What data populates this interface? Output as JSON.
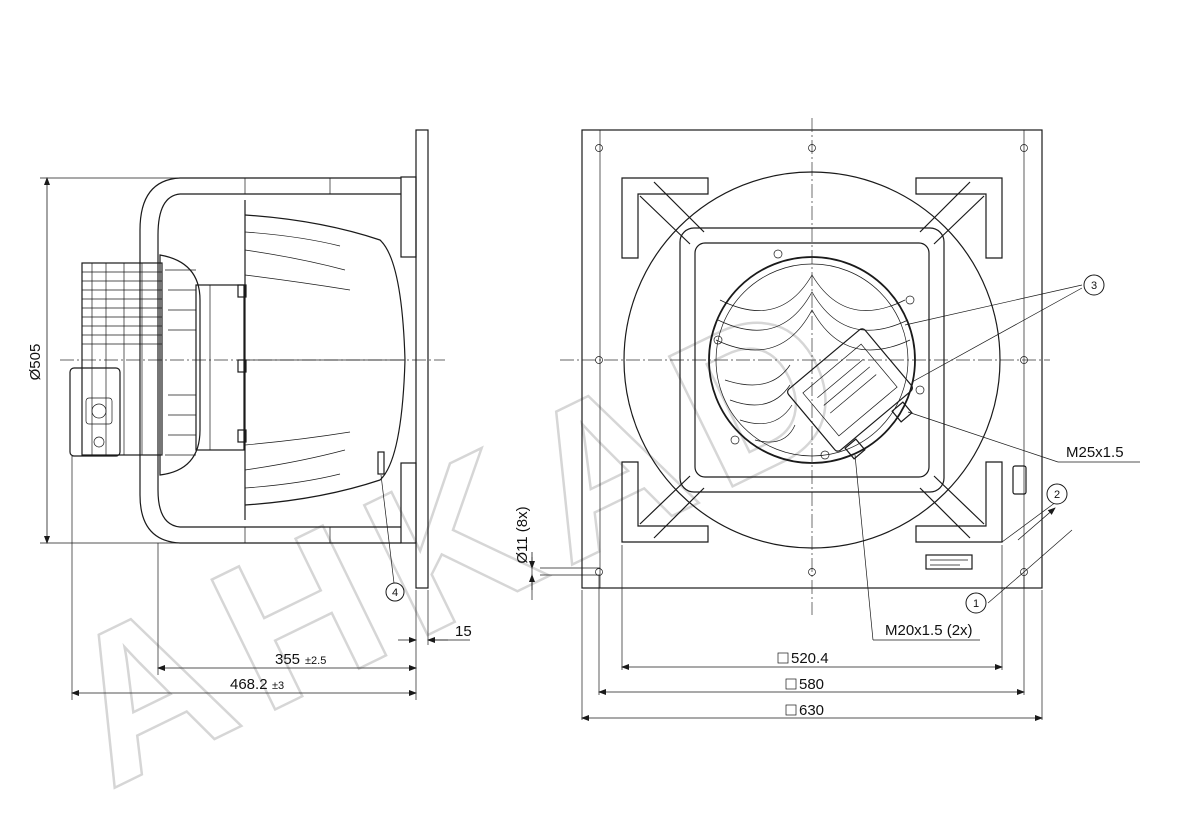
{
  "watermark": "AHKAD",
  "side_view": {
    "dia_label": "Ø505",
    "len_355": "355",
    "tol_355": "±2.5",
    "len_468": "468.2",
    "tol_468": "±3",
    "flange_15": "15",
    "callout_4": "4"
  },
  "front_view": {
    "hole_label": "Ø11 (8x)",
    "sq_520": "520.4",
    "sq_580": "580",
    "sq_630": "630",
    "m25": "M25x1.5",
    "m20": "M20x1.5 (2x)",
    "callout_1": "1",
    "callout_2": "2",
    "callout_3": "3"
  }
}
